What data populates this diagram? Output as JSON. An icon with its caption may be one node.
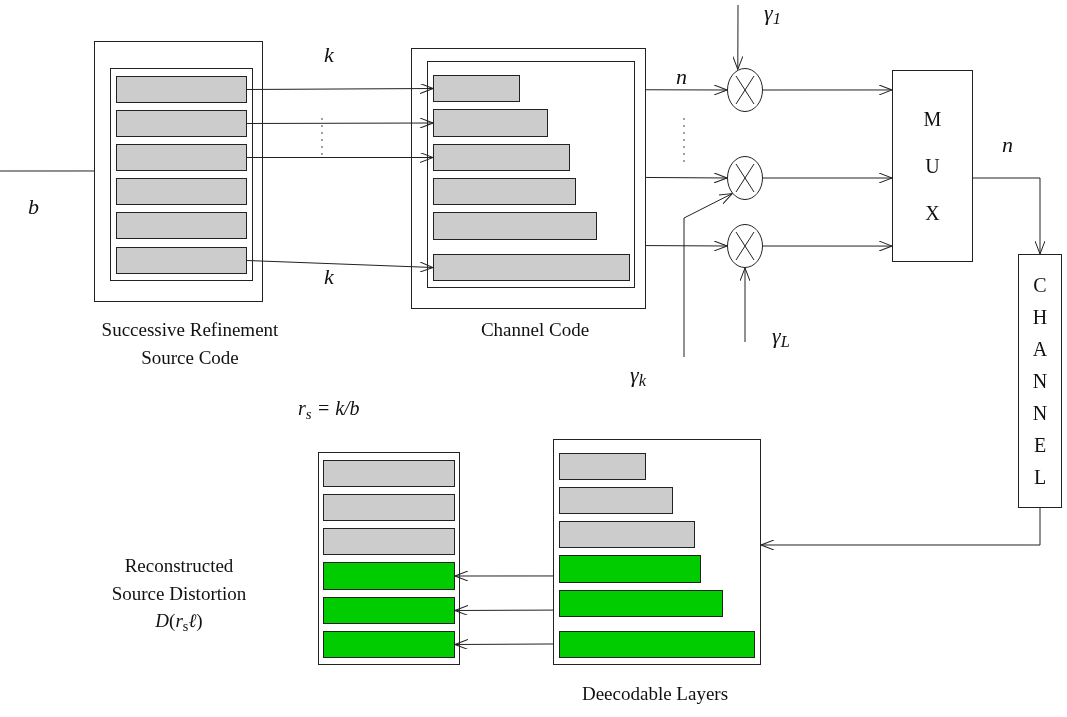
{
  "diagram": {
    "nodes": [
      {
        "text": [],
        "shape": "box",
        "beside": [
          "Successive Refinement Source Code"
        ]
      },
      {
        "text": [],
        "shape": "box",
        "in": 0
      },
      {
        "text": [],
        "shape": "bar",
        "in": 1
      },
      {
        "text": [],
        "shape": "bar",
        "in": 1
      },
      {
        "text": [],
        "shape": "bar",
        "in": 1
      },
      {
        "text": [],
        "shape": "bar",
        "in": 1
      },
      {
        "text": [],
        "shape": "bar",
        "in": 1
      },
      {
        "text": [],
        "shape": "bar",
        "in": 1
      },
      {
        "text": [],
        "shape": "box",
        "beside": [
          "Channel Code"
        ]
      },
      {
        "text": [],
        "shape": "box",
        "in": 8
      },
      {
        "text": [],
        "shape": "bar",
        "in": 9
      },
      {
        "text": [],
        "shape": "bar",
        "in": 9
      },
      {
        "text": [],
        "shape": "bar",
        "in": 9
      },
      {
        "text": [],
        "shape": "bar",
        "in": 9
      },
      {
        "text": [],
        "shape": "bar",
        "in": 9
      },
      {
        "text": [],
        "shape": "bar",
        "in": 9
      },
      {
        "text": [],
        "shape": "circle"
      },
      {
        "text": [],
        "shape": "circle"
      },
      {
        "text": [],
        "shape": "circle"
      },
      {
        "text": [
          "MUX"
        ]
      },
      {
        "text": [
          "CHANNEL"
        ]
      },
      {
        "text": [],
        "shape": "box",
        "beside": [
          "Deecodable Layers"
        ]
      },
      {
        "text": [],
        "shape": "bar",
        "in": 21
      },
      {
        "text": [],
        "shape": "bar",
        "in": 21
      },
      {
        "text": [],
        "shape": "bar",
        "in": 21
      },
      {
        "text": [],
        "shape": "bar",
        "in": 21
      },
      {
        "text": [],
        "shape": "bar",
        "in": 21
      },
      {
        "text": [],
        "shape": "bar",
        "in": 21
      },
      {
        "text": [],
        "shape": "box",
        "beside": [
          "Reconstructed Source Distortion *D*(*r*$_{s}$*ℓ*)"
        ]
      },
      {
        "text": [],
        "shape": "bar",
        "in": 28
      },
      {
        "text": [],
        "shape": "bar",
        "in": 28
      },
      {
        "text": [],
        "shape": "bar",
        "in": 28
      },
      {
        "text": [],
        "shape": "bar",
        "in": 28
      },
      {
        "text": [],
        "shape": "bar",
        "in": 28
      },
      {
        "text": [],
        "shape": "bar",
        "in": 28
      }
    ],
    "edges": [
      {
        "from": null,
        "to": 0,
        "arrow": "none",
        "label": "b"
      },
      {
        "from": 2,
        "to": 10,
        "arrow": "to",
        "label": "k"
      },
      {
        "from": 3,
        "to": 11,
        "arrow": "to"
      },
      {
        "from": 4,
        "to": 12,
        "arrow": "to"
      },
      {
        "from": 7,
        "to": 15,
        "arrow": "to",
        "label": "k"
      },
      {
        "from": 8,
        "to": 16,
        "arrow": "to",
        "label": "n"
      },
      {
        "from": 8,
        "to": 17,
        "arrow": "to"
      },
      {
        "from": 8,
        "to": 18,
        "arrow": "to"
      },
      {
        "from": null,
        "to": 16,
        "arrow": "to",
        "label": "γ$_{1}$"
      },
      {
        "from": null,
        "to": 17,
        "arrow": "to",
        "label": "γ$_{k}$"
      },
      {
        "from": null,
        "to": 18,
        "arrow": "to",
        "label": "γ$_{L}$"
      },
      {
        "from": 16,
        "to": 19,
        "arrow": "to"
      },
      {
        "from": 17,
        "to": 19,
        "arrow": "to"
      },
      {
        "from": 18,
        "to": 19,
        "arrow": "to"
      },
      {
        "from": 19,
        "to": 20,
        "arrow": "to",
        "label": "n"
      },
      {
        "from": 20,
        "to": 21,
        "arrow": "to"
      },
      {
        "from": 21,
        "to": 32,
        "arrow": "to"
      },
      {
        "from": 21,
        "to": 33,
        "arrow": "to"
      },
      {
        "from": 21,
        "to": 34,
        "arrow": "to"
      }
    ],
    "labels": [
      "r$_{s}$ = k/b"
    ]
  }
}
